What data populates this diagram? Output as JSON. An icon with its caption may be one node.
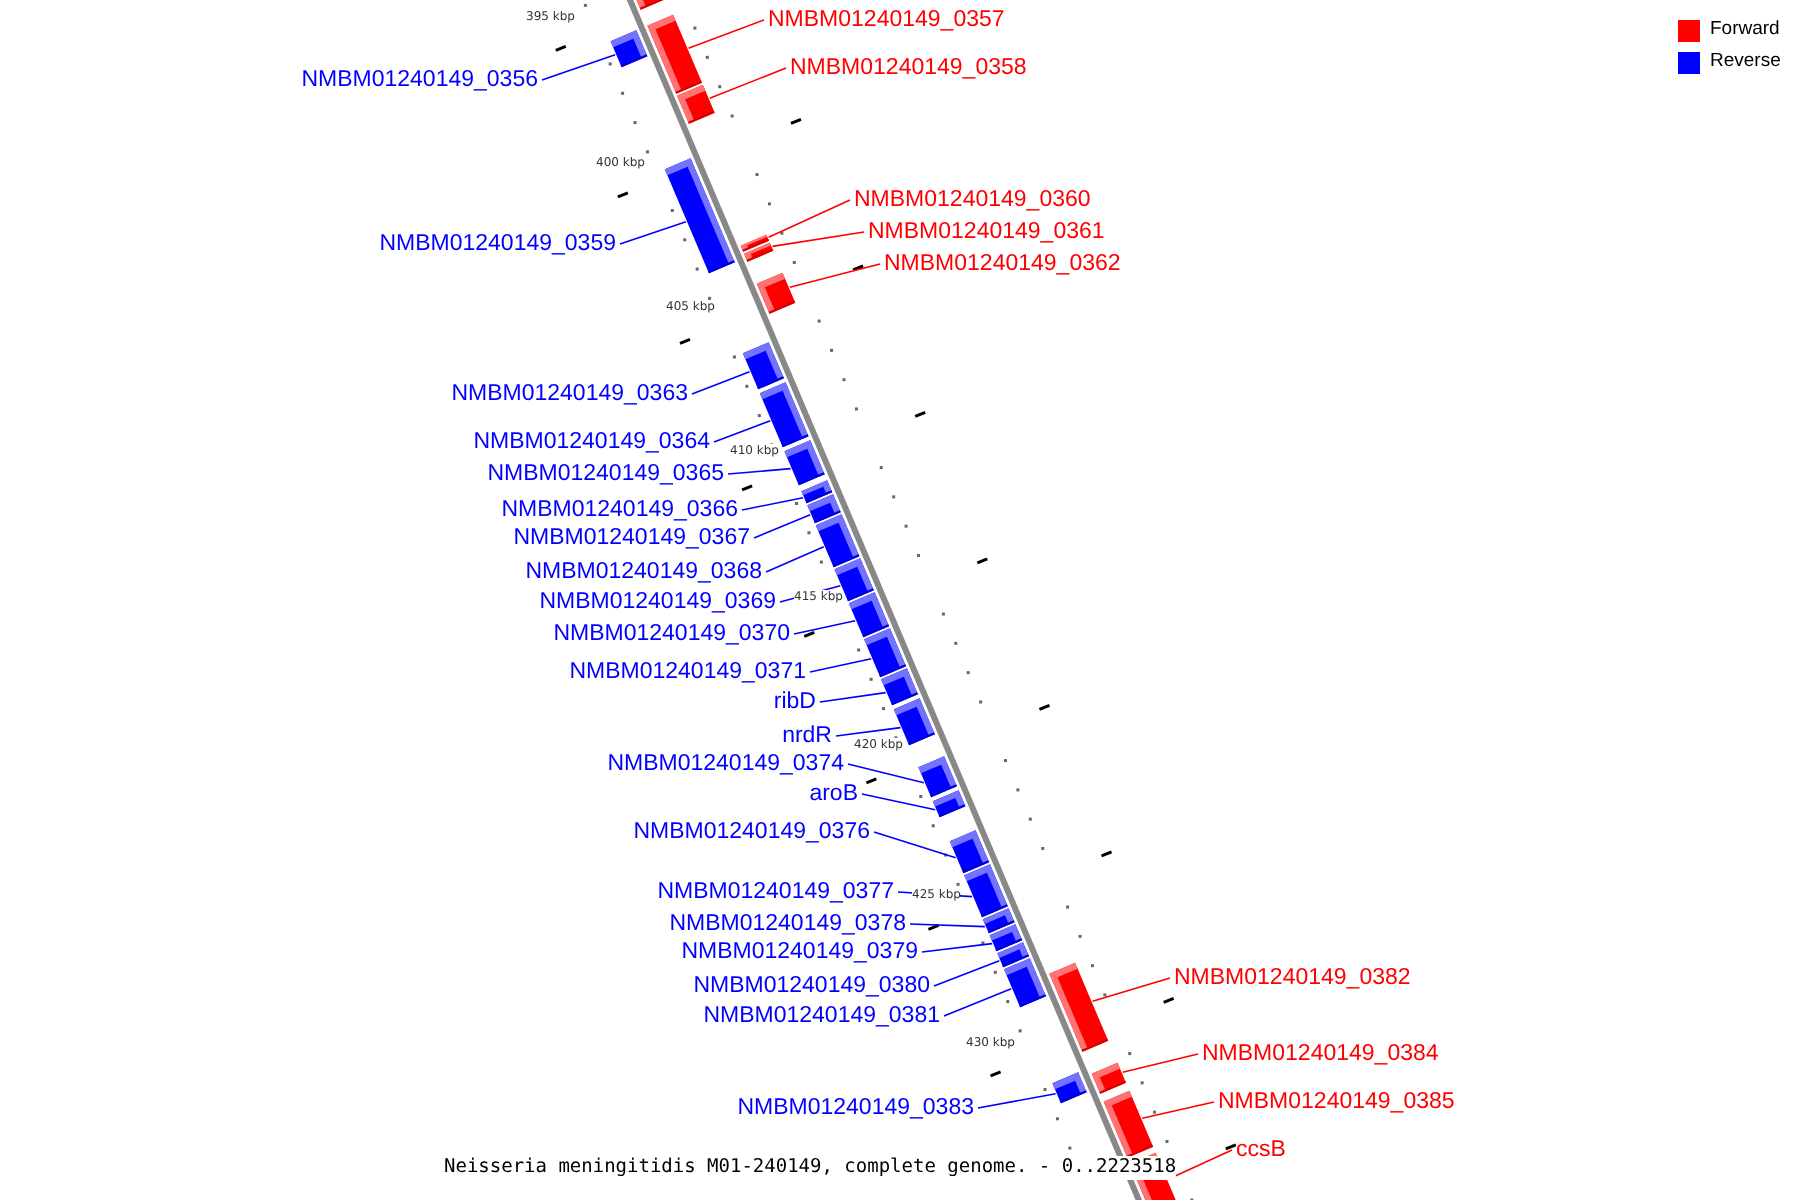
{
  "diagram": {
    "caption": "Neisseria meningitidis M01-240149, complete genome. - 0..2223518",
    "nodes": [
      {
        "text": [],
        "shape": "box"
      },
      {
        "text": [
          "NMBM01240149_0356"
        ]
      },
      {
        "text": [],
        "shape": "box"
      },
      {
        "text": [
          "NMBM01240149_0357"
        ]
      },
      {
        "text": [],
        "shape": "box"
      },
      {
        "text": [
          "NMBM01240149_0358"
        ]
      },
      {
        "text": [],
        "shape": "box"
      },
      {
        "text": [
          "NMBM01240149_0359"
        ]
      },
      {
        "text": [],
        "shape": "box"
      },
      {
        "text": [
          "NMBM01240149_0360"
        ]
      },
      {
        "text": [],
        "shape": "box"
      },
      {
        "text": [
          "NMBM01240149_0361"
        ]
      },
      {
        "text": [],
        "shape": "box"
      },
      {
        "text": [
          "NMBM01240149_0362"
        ]
      },
      {
        "text": [],
        "shape": "box"
      },
      {
        "text": [
          "NMBM01240149_0363"
        ]
      },
      {
        "text": [],
        "shape": "box"
      },
      {
        "text": [
          "NMBM01240149_0364"
        ]
      },
      {
        "text": [],
        "shape": "box"
      },
      {
        "text": [
          "NMBM01240149_0365"
        ]
      },
      {
        "text": [],
        "shape": "box"
      },
      {
        "text": [
          "NMBM01240149_0366"
        ]
      },
      {
        "text": [],
        "shape": "box"
      },
      {
        "text": [
          "NMBM01240149_0367"
        ]
      },
      {
        "text": [],
        "shape": "box"
      },
      {
        "text": [
          "NMBM01240149_0368"
        ]
      },
      {
        "text": [],
        "shape": "box"
      },
      {
        "text": [
          "NMBM01240149_0369"
        ]
      },
      {
        "text": [],
        "shape": "box"
      },
      {
        "text": [
          "NMBM01240149_0370"
        ]
      },
      {
        "text": [],
        "shape": "box"
      },
      {
        "text": [
          "NMBM01240149_0371"
        ]
      },
      {
        "text": [],
        "shape": "box"
      },
      {
        "text": [
          "ribD"
        ]
      },
      {
        "text": [],
        "shape": "box"
      },
      {
        "text": [
          "nrdR"
        ]
      },
      {
        "text": [],
        "shape": "box"
      },
      {
        "text": [
          "NMBM01240149_0374"
        ]
      },
      {
        "text": [],
        "shape": "box"
      },
      {
        "text": [
          "aroB"
        ]
      },
      {
        "text": [],
        "shape": "box"
      },
      {
        "text": [
          "NMBM01240149_0376"
        ]
      },
      {
        "text": [],
        "shape": "box"
      },
      {
        "text": [
          "NMBM01240149_0377"
        ]
      },
      {
        "text": [],
        "shape": "box"
      },
      {
        "text": [
          "NMBM01240149_0378"
        ]
      },
      {
        "text": [],
        "shape": "box"
      },
      {
        "text": [
          "NMBM01240149_0379"
        ]
      },
      {
        "text": [],
        "shape": "box"
      },
      {
        "text": [
          "NMBM01240149_0380"
        ]
      },
      {
        "text": [],
        "shape": "box"
      },
      {
        "text": [
          "NMBM01240149_0381"
        ]
      },
      {
        "text": [],
        "shape": "box"
      },
      {
        "text": [
          "NMBM01240149_0382"
        ]
      },
      {
        "text": [],
        "shape": "box"
      },
      {
        "text": [
          "NMBM01240149_0383"
        ]
      },
      {
        "text": [],
        "shape": "box"
      },
      {
        "text": [
          "NMBM01240149_0384"
        ]
      },
      {
        "text": [],
        "shape": "box"
      },
      {
        "text": [
          "NMBM01240149_0385"
        ]
      },
      {
        "text": [],
        "shape": "box"
      },
      {
        "text": [
          "ccsB"
        ]
      },
      {
        "text": [],
        "shape": "box"
      }
    ],
    "edges": [
      {
        "from": 1,
        "to": 2,
        "arrow": "none"
      },
      {
        "from": 3,
        "to": 4,
        "arrow": "none",
        "color": "#ff0000"
      },
      {
        "from": 5,
        "to": 6,
        "arrow": "none",
        "color": "#ff0000"
      },
      {
        "from": 7,
        "to": 8,
        "arrow": "none"
      },
      {
        "from": 9,
        "to": 10,
        "arrow": "none",
        "color": "#ff0000"
      },
      {
        "from": 11,
        "to": 12,
        "arrow": "none",
        "color": "#ff0000"
      },
      {
        "from": 13,
        "to": 14,
        "arrow": "none",
        "color": "#ff0000"
      },
      {
        "from": 15,
        "to": 16,
        "arrow": "none"
      },
      {
        "from": 17,
        "to": 18,
        "arrow": "none"
      },
      {
        "from": 19,
        "to": 20,
        "arrow": "none"
      },
      {
        "from": 21,
        "to": 22,
        "arrow": "none"
      },
      {
        "from": 23,
        "to": 24,
        "arrow": "none"
      },
      {
        "from": 25,
        "to": 26,
        "arrow": "none"
      },
      {
        "from": 27,
        "to": 28,
        "arrow": "none"
      },
      {
        "from": 29,
        "to": 30,
        "arrow": "none"
      },
      {
        "from": 31,
        "to": 32,
        "arrow": "none"
      },
      {
        "from": 33,
        "to": 34,
        "arrow": "none"
      },
      {
        "from": 35,
        "to": 36,
        "arrow": "none"
      },
      {
        "from": 37,
        "to": 38,
        "arrow": "none"
      },
      {
        "from": 39,
        "to": 40,
        "arrow": "none"
      },
      {
        "from": 41,
        "to": 42,
        "arrow": "none"
      },
      {
        "from": 43,
        "to": 44,
        "arrow": "none"
      },
      {
        "from": 45,
        "to": 46,
        "arrow": "none"
      },
      {
        "from": 47,
        "to": 48,
        "arrow": "none"
      },
      {
        "from": 49,
        "to": 50,
        "arrow": "none"
      },
      {
        "from": 51,
        "to": 52,
        "arrow": "none"
      },
      {
        "from": 53,
        "to": 54,
        "arrow": "none",
        "color": "#ff0000"
      },
      {
        "from": 55,
        "to": 56,
        "arrow": "none"
      },
      {
        "from": 57,
        "to": 58,
        "arrow": "none",
        "color": "#ff0000"
      },
      {
        "from": 59,
        "to": 60,
        "arrow": "none",
        "color": "#ff0000"
      },
      {
        "from": 61,
        "to": 62,
        "arrow": "none",
        "color": "#ff0000"
      }
    ],
    "labels": [
      "395 kbp",
      "400 kbp",
      "405 kbp",
      "410 kbp",
      "415 kbp",
      "420 kbp",
      "425 kbp",
      "430 kbp"
    ],
    "legend": [
      {
        "text": "Forward",
        "color": "#ff0000"
      },
      {
        "text": "Reverse",
        "color": "#0000ff"
      }
    ]
  }
}
